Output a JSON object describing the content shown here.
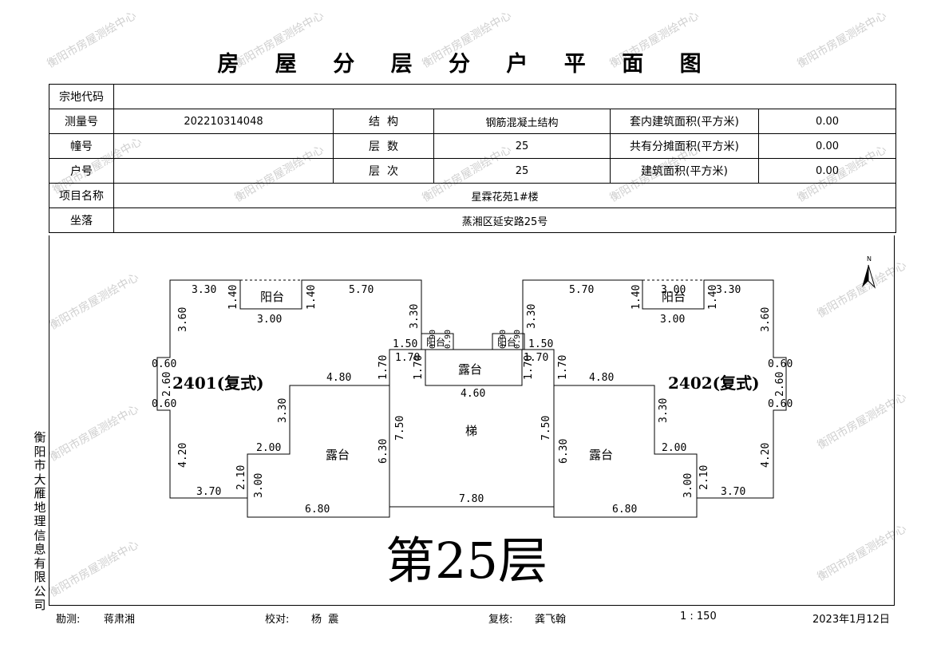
{
  "title": "房 屋 分 层 分 户 平 面 图",
  "info": {
    "parcel_code_label": "宗地代码",
    "parcel_code_value": "",
    "survey_no_label": "测量号",
    "survey_no_value": "202210314048",
    "structure_label": "结  构",
    "structure_value": "钢筋混凝土结构",
    "inner_area_label": "套内建筑面积(平方米)",
    "inner_area_value": "0.00",
    "building_label": "幢号",
    "building_value": "",
    "floors_label": "层  数",
    "floors_value": "25",
    "shared_area_label": "共有分摊面积(平方米)",
    "shared_area_value": "0.00",
    "unit_label": "户号",
    "unit_value": "",
    "floor_no_label": "层  次",
    "floor_no_value": "25",
    "building_area_label": "建筑面积(平方米)",
    "building_area_value": "0.00",
    "project_label": "项目名称",
    "project_value": "星霖花苑1#楼",
    "location_label": "坐落",
    "location_value": "蒸湘区延安路25号"
  },
  "plan": {
    "north": "N",
    "left_unit": "2401(复式)",
    "right_unit": "2402(复式)",
    "balcony": "阳台",
    "terrace": "露台",
    "stair": "梯",
    "balcony_small": "阳台",
    "dims": {
      "d330": "3.30",
      "d140": "1.40",
      "d570": "5.70",
      "d300": "3.00",
      "d360": "3.60",
      "d060": "0.60",
      "d260": "2.60",
      "d480": "4.80",
      "d170": "1.70",
      "d150": "1.50",
      "d460": "4.60",
      "d750": "7.50",
      "d630": "6.30",
      "d200": "2.00",
      "d420": "4.20",
      "d210": "2.10",
      "d370": "3.70",
      "d680": "6.80",
      "d780": "7.80",
      "d090": "0.90"
    }
  },
  "floor_label": "第25层",
  "company": "衡阳市大雁地理信息有限公司",
  "footer": {
    "surveyor_label": "勘测:",
    "surveyor": "蒋肃湘",
    "checker_label": "校对:",
    "checker": "杨  震",
    "reviewer_label": "复核:",
    "reviewer": "龚飞翰",
    "scale": "1 : 150",
    "date": "2023年1月12日"
  },
  "watermark": "衡阳市房屋测绘中心"
}
